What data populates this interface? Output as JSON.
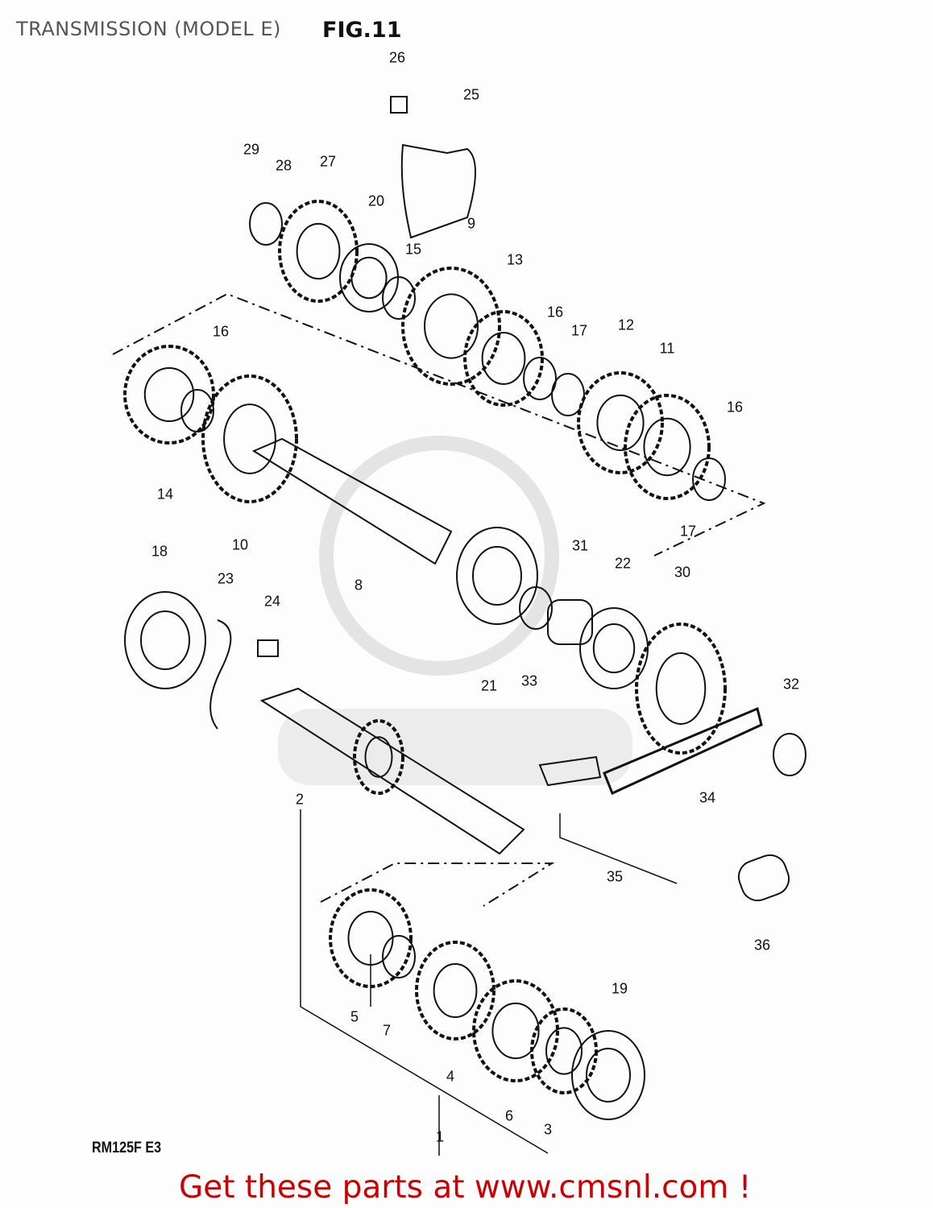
{
  "header": {
    "title": "TRANSMISSION (MODEL E)",
    "figure": "FIG.11"
  },
  "callouts": [
    "26",
    "25",
    "29",
    "28",
    "27",
    "20",
    "15",
    "9",
    "13",
    "16",
    "17",
    "12",
    "11",
    "16",
    "17",
    "16",
    "14",
    "10",
    "8",
    "18",
    "23",
    "24",
    "31",
    "22",
    "30",
    "21",
    "33",
    "32",
    "34",
    "35",
    "36",
    "2",
    "19",
    "5",
    "7",
    "4",
    "6",
    "3",
    "1"
  ],
  "model_code": "RM125F E3",
  "watermark": "CMS www.cmsnl.com",
  "promo": "Get these parts at www.cmsnl.com !",
  "colors": {
    "promo": "#cc0000",
    "title": "#555555",
    "line": "#111111"
  }
}
